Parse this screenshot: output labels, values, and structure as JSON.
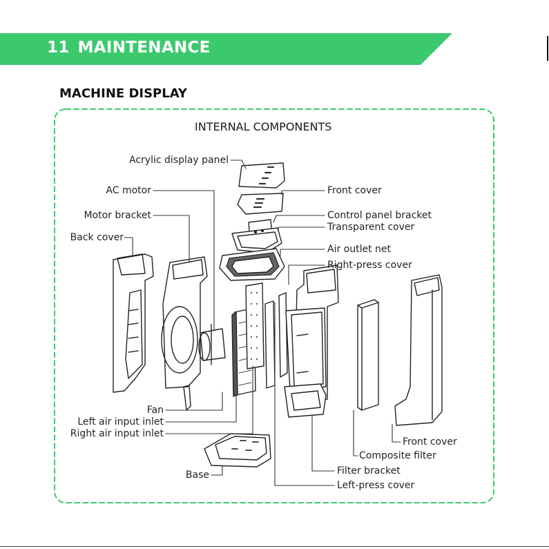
{
  "header": {
    "section_number": "11",
    "section_title": "MAINTENANCE",
    "accent_color": "#3cc96e"
  },
  "page": {
    "subtitle": "MACHINE DISPLAY"
  },
  "diagram": {
    "title": "INTERNAL COMPONENTS",
    "labels": {
      "acrylic_display_panel": "Acrylic display panel",
      "ac_motor": "AC motor",
      "motor_bracket": "Motor bracket",
      "back_cover": "Back cover",
      "fan": "Fan",
      "left_air_input_inlet": "Left air input  inlet",
      "right_air_input_inlet": "Right air input  inlet",
      "base": "Base",
      "front_cover_top": "Front cover",
      "control_panel_bracket": "Control panel bracket",
      "transparent_cover": "Transparent cover",
      "air_outlet_net": "Air outlet net",
      "right_press_cover": "Right-press cover",
      "front_cover_bottom": "Front cover",
      "composite_filter": "Composite filter",
      "filter_bracket": "Filter bracket",
      "left_press_cover": "Left-press cover"
    }
  }
}
